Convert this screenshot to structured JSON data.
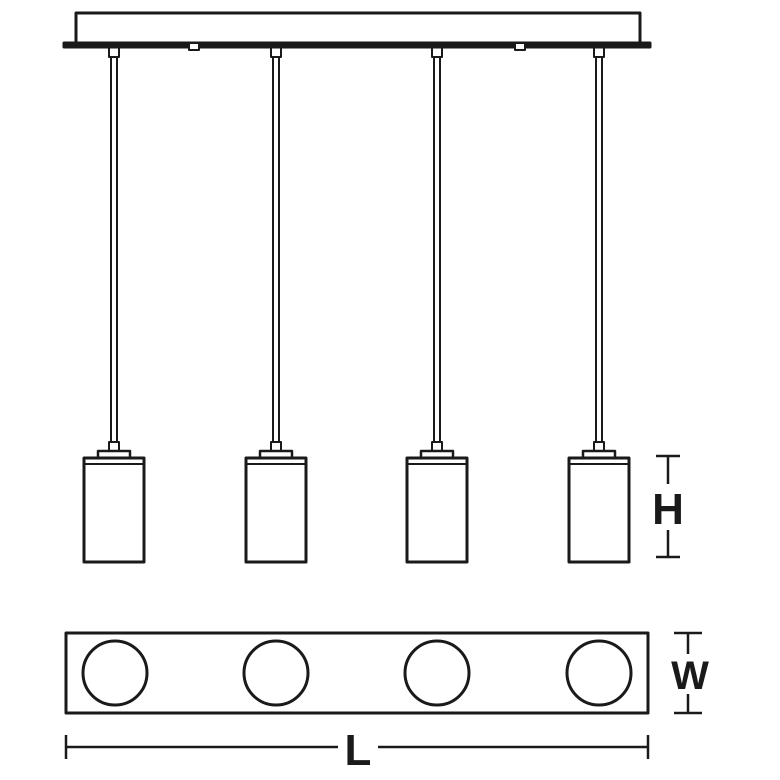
{
  "diagram": {
    "labels": {
      "height": "H",
      "width": "W",
      "length": "L"
    },
    "pendant_count": 4,
    "colors": {
      "stroke": "#1a1a1a",
      "background": "#ffffff"
    }
  }
}
